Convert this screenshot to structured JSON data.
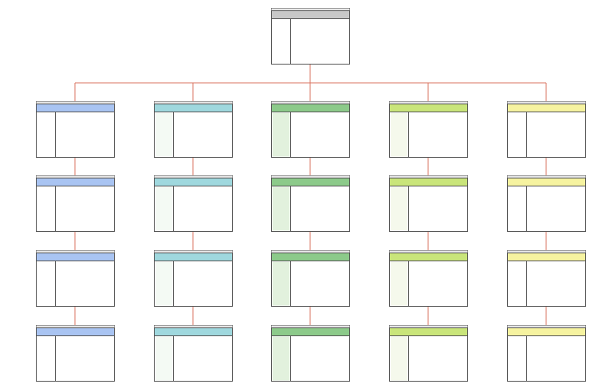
{
  "colors": {
    "connector": "#d9735f",
    "frame_border": "#555555",
    "frame_background": "#ffffff",
    "root_header": "#c8c8c8",
    "root_sidebar": "#ffffff"
  },
  "root": {
    "header_color": "#c8c8c8",
    "sidebar_color": "#ffffff"
  },
  "columns": [
    {
      "header_color": "#a9c4f2",
      "sidebar_color": "#ffffff",
      "levels": 4
    },
    {
      "header_color": "#9fd8de",
      "sidebar_color": "#f4faf4",
      "levels": 4
    },
    {
      "header_color": "#8cca8a",
      "sidebar_color": "#e2f1dd",
      "levels": 4
    },
    {
      "header_color": "#c9e57a",
      "sidebar_color": "#f5f9ec",
      "levels": 4
    },
    {
      "header_color": "#f6f3a0",
      "sidebar_color": "#ffffff",
      "levels": 4
    }
  ]
}
